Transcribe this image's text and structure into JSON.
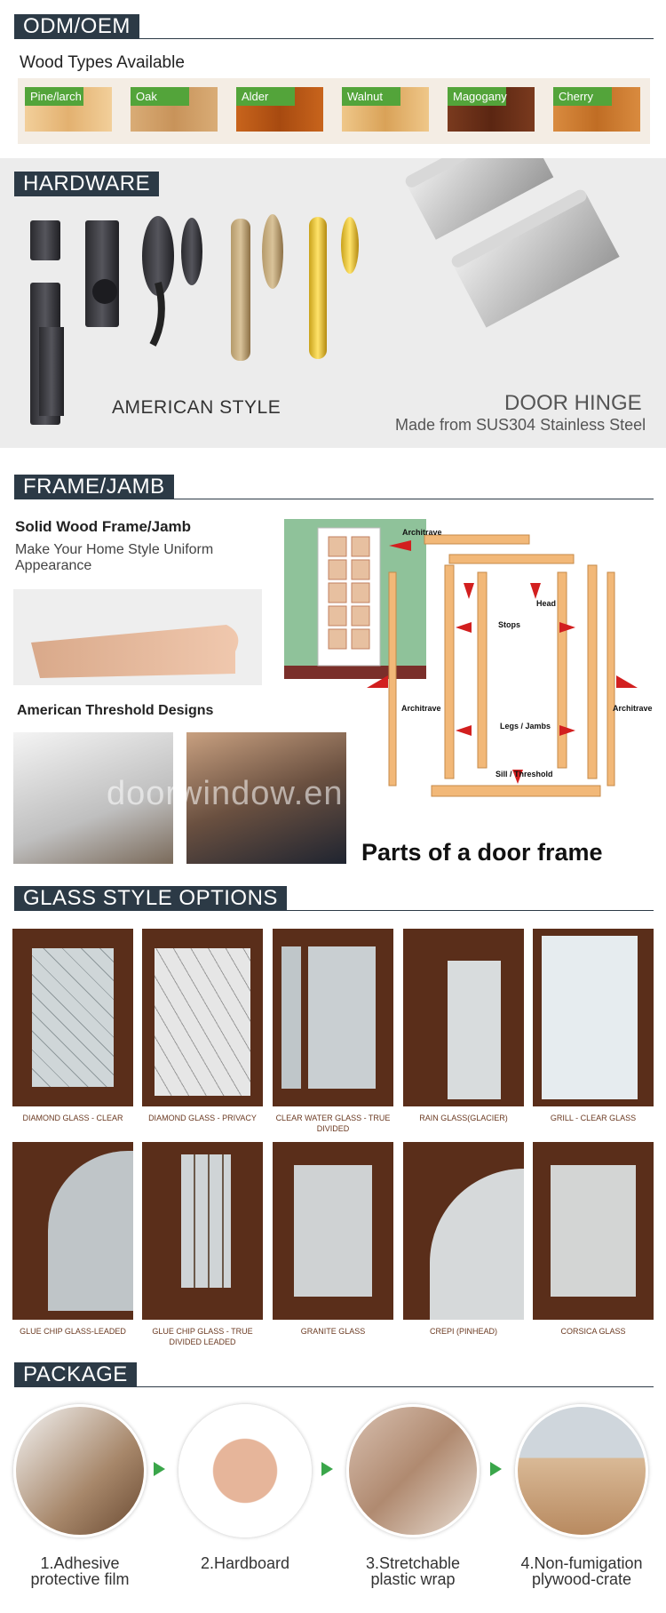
{
  "odm": {
    "heading": "ODM/OEM",
    "wood_title": "Wood Types Available",
    "woods": [
      {
        "name": "Pine/larch",
        "color": "#f2cf9a",
        "color2": "#e3b170"
      },
      {
        "name": "Oak",
        "color": "#d9ac76",
        "color2": "#c8935a"
      },
      {
        "name": "Alder",
        "color": "#c8641c",
        "color2": "#a74a10"
      },
      {
        "name": "Walnut",
        "color": "#efc789",
        "color2": "#d9a258"
      },
      {
        "name": "Magogany",
        "color": "#7a3a1e",
        "color2": "#5b2612"
      },
      {
        "name": "Cherry",
        "color": "#d98b3f",
        "color2": "#c06d24"
      }
    ]
  },
  "hardware": {
    "heading": "HARDWARE",
    "american_style": "AMERICAN STYLE",
    "door_hinge": "DOOR HINGE",
    "hinge_sub": "Made from SUS304 Stainless Steel"
  },
  "frame": {
    "heading": "FRAME/JAMB",
    "title": "Solid Wood Frame/Jamb",
    "subtitle": "Make Your Home Style Uniform Appearance",
    "threshold_title": "American Threshold Designs",
    "parts_title": "Parts of a door frame",
    "watermark": "doorwindow.en.alibaba.com",
    "labels": {
      "architrave_top": "Architrave",
      "head": "Head",
      "stops": "Stops",
      "architrave_left": "Architrave",
      "architrave_right": "Architrave",
      "legs": "Legs / Jambs",
      "sill": "Sill / Threshold"
    }
  },
  "glass": {
    "heading": "GLASS STYLE OPTIONS",
    "options": [
      {
        "name": "DIAMOND GLASS - CLEAR"
      },
      {
        "name": "DIAMOND GLASS - PRIVACY"
      },
      {
        "name": "CLEAR WATER GLASS - TRUE DIVIDED"
      },
      {
        "name": "RAIN GLASS(GLACIER)"
      },
      {
        "name": "GRILL - CLEAR GLASS"
      },
      {
        "name": "GLUE CHIP GLASS-LEADED"
      },
      {
        "name": "GLUE CHIP GLASS - TRUE DIVIDED LEADED"
      },
      {
        "name": "GRANITE GLASS"
      },
      {
        "name": "CREPI (PINHEAD)"
      },
      {
        "name": "CORSICA GLASS"
      }
    ]
  },
  "package": {
    "heading": "PACKAGE",
    "steps": [
      {
        "label": "1.Adhesive protective film"
      },
      {
        "label": "2.Hardboard"
      },
      {
        "label": "3.Stretchable plastic wrap"
      },
      {
        "label": "4.Non-fumigation plywood-crate"
      }
    ]
  }
}
